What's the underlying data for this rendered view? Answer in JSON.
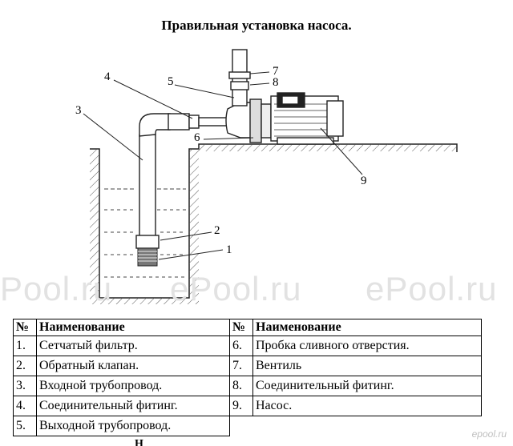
{
  "title": "Правильная установка насоса.",
  "diagram": {
    "callouts": [
      "1",
      "2",
      "3",
      "4",
      "5",
      "6",
      "7",
      "8",
      "9"
    ]
  },
  "watermarks": [
    "Pool.ru",
    "ePool.ru",
    "ePool.ru",
    "epool.ru"
  ],
  "table": {
    "header": {
      "num": "№",
      "name": "Наименование"
    },
    "left": [
      {
        "num": "1.",
        "name": "Сетчатый фильтр."
      },
      {
        "num": "2.",
        "name": "Обратный клапан."
      },
      {
        "num": "3.",
        "name": "Входной трубопровод."
      },
      {
        "num": "4.",
        "name": "Соединительный фитинг."
      },
      {
        "num": "5.",
        "name": "Выходной трубопровод."
      }
    ],
    "right": [
      {
        "num": "6.",
        "name": "Пробка сливного отверстия."
      },
      {
        "num": "7.",
        "name": "Вентиль"
      },
      {
        "num": "8.",
        "name": "Соединительный фитинг."
      },
      {
        "num": "9.",
        "name": "Насос."
      }
    ]
  },
  "cut_text": "Н"
}
